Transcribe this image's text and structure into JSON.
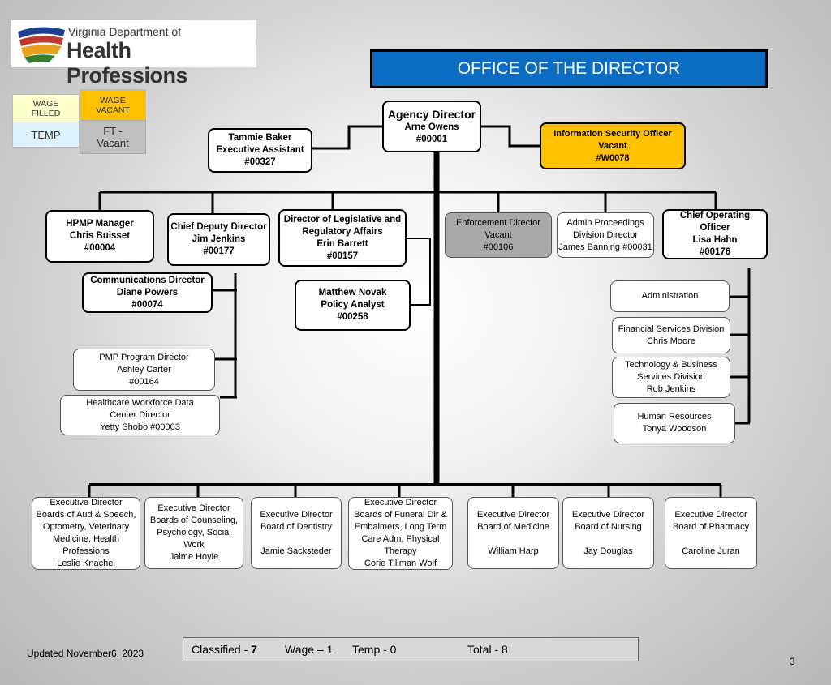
{
  "logo": {
    "line1": "Virginia Department of",
    "line2": "Health Professions"
  },
  "title": "OFFICE OF THE DIRECTOR",
  "legend": {
    "wage_filled": "WAGE\nFILLED",
    "wage_vacant": "WAGE\nVACANT",
    "temp": "TEMP",
    "ft_vacant": "FT -\nVacant"
  },
  "colors": {
    "title_bg": "#0b6cc2",
    "vacant_yellow": "#ffc000",
    "wage_filled": "#ffffcc",
    "wage_vacant": "#ffc000",
    "temp": "#dff3ff",
    "ft_vacant": "#bfbfbf"
  },
  "nodes": {
    "agency_director": {
      "title": "Agency Director",
      "name": "Arne Owens",
      "id": "#00001"
    },
    "exec_assistant": "Tammie Baker\nExecutive Assistant\n#00327",
    "info_security": "Information  Security Officer\nVacant\n#W0078",
    "hpmp": "HPMP Manager\nChris Buisset\n#00004",
    "chief_deputy": "Chief Deputy Director\nJim Jenkins\n#00177",
    "legislative": "Director of Legislative and\nRegulatory Affairs\nErin Barrett\n#00157",
    "enforcement": "Enforcement Director\nVacant\n#00106",
    "admin_proceedings": "Admin Proceedings\nDivision Director\nJames Banning #00031",
    "coo": "Chief Operating Officer\nLisa Hahn\n#00176",
    "communications": "Communications Director\nDiane Powers\n#00074",
    "policy_analyst": "Matthew Novak\nPolicy Analyst\n#00258",
    "pmp": "PMP Program Director\nAshley Carter\n#00164",
    "workforce": "Healthcare Workforce Data\nCenter  Director\nYetty Shobo #00003",
    "administration": "Administration",
    "financial": "Financial Services Division\nChris Moore",
    "technology": "Technology & Business\nServices Division\nRob Jenkins",
    "hr": "Human Resources\nTonya Woodson",
    "exec_aud": "Executive Director\nBoards of Aud & Speech,\nOptometry, Veterinary\nMedicine, Health\nProfessions\nLeslie Knachel",
    "exec_counseling": "Executive Director\nBoards of Counseling,\nPsychology, Social\nWork\nJaime Hoyle",
    "exec_dentistry": "Executive Director\nBoard of Dentistry\n\nJamie Sacksteder",
    "exec_funeral": "Executive Director\nBoards of Funeral Dir &\nEmbalmers, Long Term\nCare Adm, Physical\nTherapy\nCorie Tillman Wolf",
    "exec_medicine": "Executive Director\nBoard of Medicine\n\nWilliam Harp",
    "exec_nursing": "Executive Director\nBoard of Nursing\n\nJay Douglas",
    "exec_pharmacy": "Executive Director\nBoard of Pharmacy\n\nCaroline Juran"
  },
  "summary": {
    "classified_label": "Classified - ",
    "classified_value": "7",
    "wage": "Wage – 1",
    "temp": "Temp - 0",
    "total": "Total - 8"
  },
  "updated": "Updated November6, 2023",
  "page_number": "3"
}
